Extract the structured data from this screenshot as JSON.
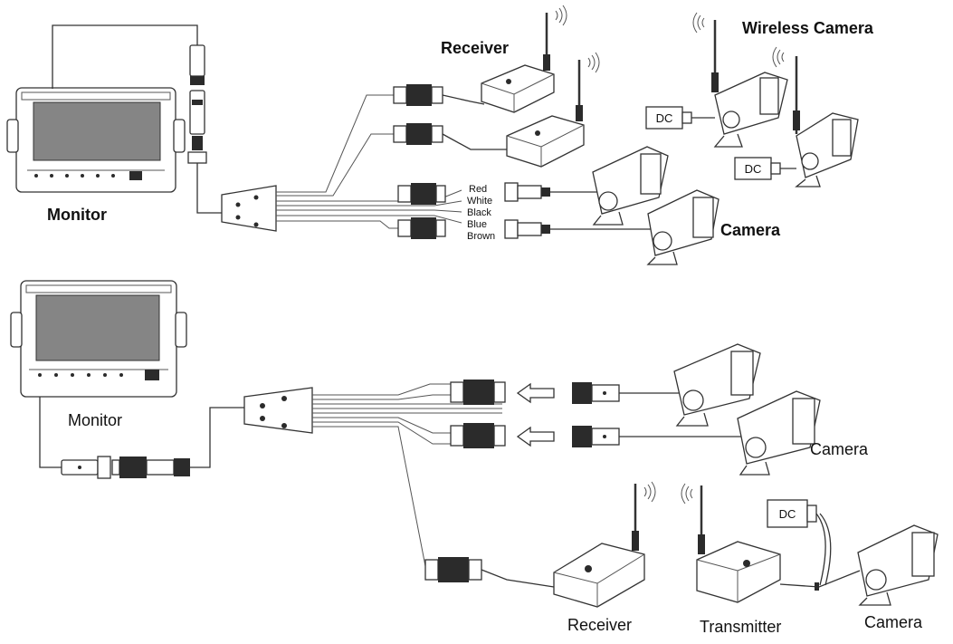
{
  "labels": {
    "monitor_top": "Monitor",
    "receiver_top": "Receiver",
    "wireless_camera": "Wireless Camera",
    "camera_top": "Camera",
    "monitor_bottom": "Monitor",
    "camera_bottom": "Camera",
    "receiver_bottom": "Receiver",
    "transmitter": "Transmitter",
    "camera_bottom_right": "Camera",
    "dc": "DC"
  },
  "wire_colors": [
    "Red",
    "White",
    "Black",
    "Blue",
    "Brown"
  ]
}
